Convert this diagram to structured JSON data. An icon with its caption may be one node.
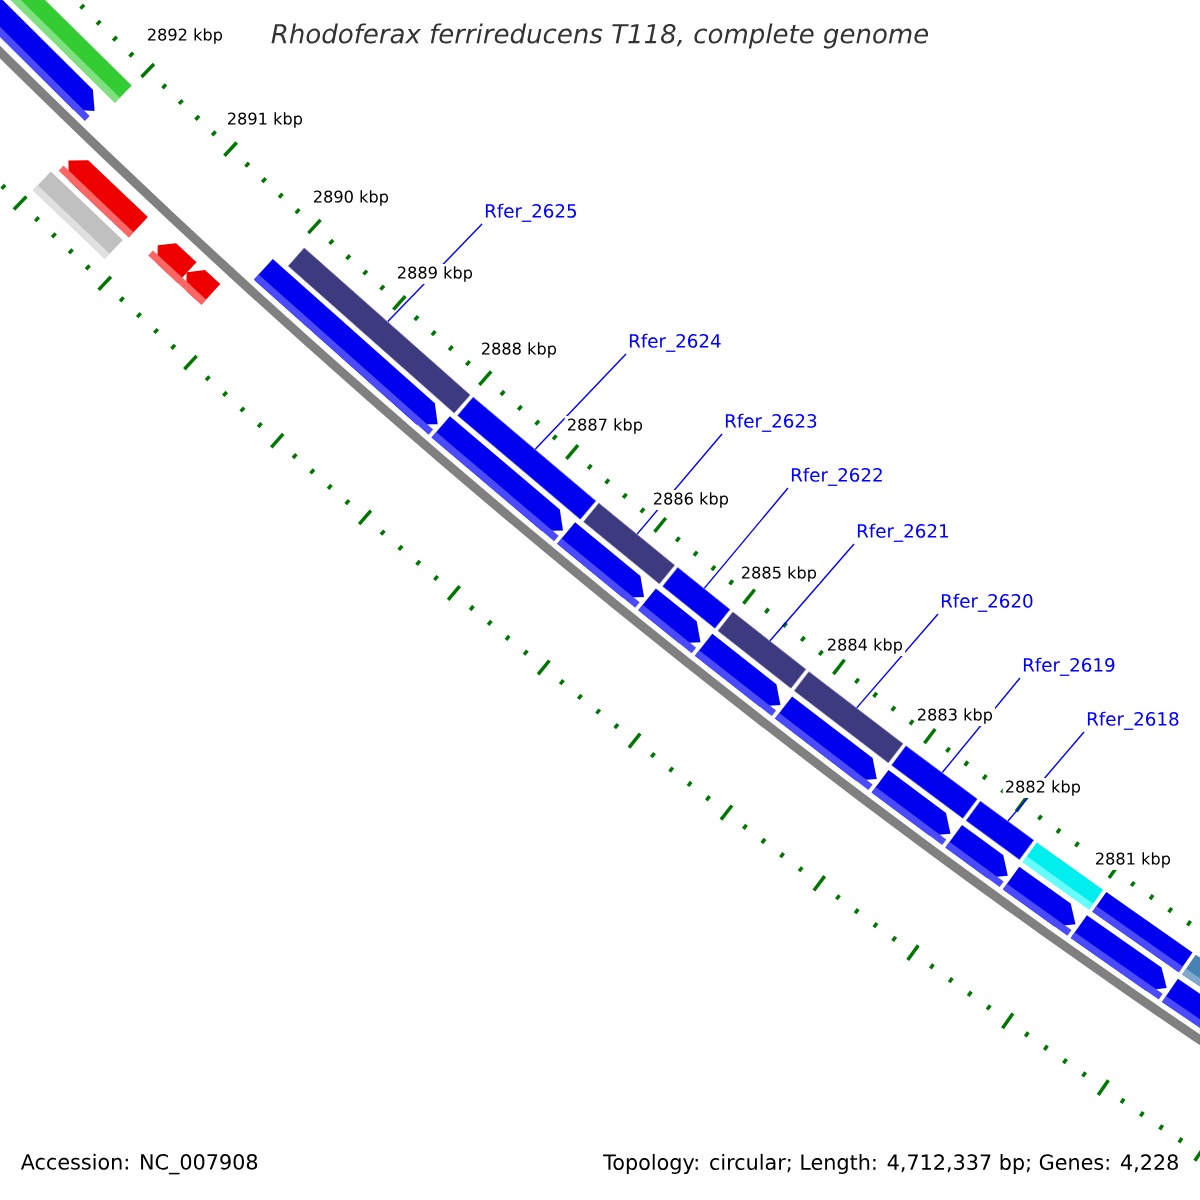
{
  "diagram": {
    "title": "Rhodoferax ferrireducens T118, complete genome",
    "nodes": [
      {
        "text": [
          "Rfer_2625"
        ]
      },
      {
        "text": [
          "Rfer_2624"
        ]
      },
      {
        "text": [
          "Rfer_2623"
        ]
      },
      {
        "text": [
          "Rfer_2622"
        ]
      },
      {
        "text": [
          "Rfer_2621"
        ]
      },
      {
        "text": [
          "Rfer_2620"
        ]
      },
      {
        "text": [
          "Rfer_2619"
        ]
      },
      {
        "text": [
          "Rfer_2618"
        ]
      },
      {
        "text": [],
        "shape": "bar"
      },
      {
        "text": [],
        "shape": "bar"
      },
      {
        "text": [],
        "shape": "bar"
      },
      {
        "text": [],
        "shape": "bar"
      },
      {
        "text": [],
        "shape": "bar"
      },
      {
        "text": [],
        "shape": "bar"
      },
      {
        "text": [],
        "shape": "bar"
      },
      {
        "text": [],
        "shape": "bar"
      }
    ],
    "edges": [
      {
        "from": 0,
        "to": 8,
        "arrow": "none"
      },
      {
        "from": 1,
        "to": 9,
        "arrow": "none"
      },
      {
        "from": 2,
        "to": 10,
        "arrow": "none"
      },
      {
        "from": 3,
        "to": 11,
        "arrow": "none"
      },
      {
        "from": 4,
        "to": 12,
        "arrow": "none"
      },
      {
        "from": 5,
        "to": 13,
        "arrow": "none"
      },
      {
        "from": 6,
        "to": 14,
        "arrow": "none"
      },
      {
        "from": 7,
        "to": 15,
        "arrow": "none"
      }
    ],
    "labels": [
      "2892 kbp",
      "2891 kbp",
      "2890 kbp",
      "2889 kbp",
      "2888 kbp",
      "2887 kbp",
      "2886 kbp",
      "2885 kbp",
      "2884 kbp",
      "2883 kbp",
      "2882 kbp",
      "2881 kbp",
      "Accession: NC_007908",
      "Topology: circular; Length: 4,712,337 bp; Genes: 4,228"
    ]
  }
}
